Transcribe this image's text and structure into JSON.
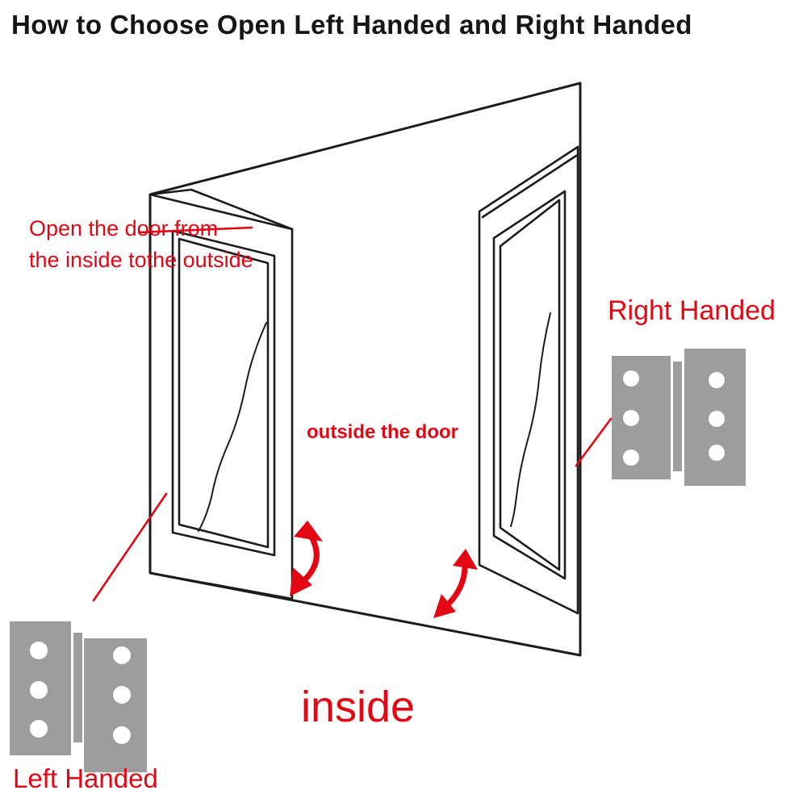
{
  "title": "How to Choose Open Left Handed and Right Handed",
  "colors": {
    "red": "#e40613",
    "hinge_gray": "#9d9d9d",
    "line_dark": "#1c1c1c",
    "background": "#ffffff"
  },
  "annotations": {
    "open_note_line1": "Open the door from",
    "open_note_line2": "the inside tothe outside",
    "outside_label": "outside the door",
    "right_handed_label": "Right Handed",
    "inside_label": "inside",
    "left_handed_label": "Left Handed"
  },
  "icons": {
    "left_hinge_pair": "door-hinge-icon",
    "right_hinge_pair": "door-hinge-icon",
    "left_swing_arrow": "curved-double-arrow-icon",
    "right_swing_arrow": "curved-double-arrow-icon"
  }
}
